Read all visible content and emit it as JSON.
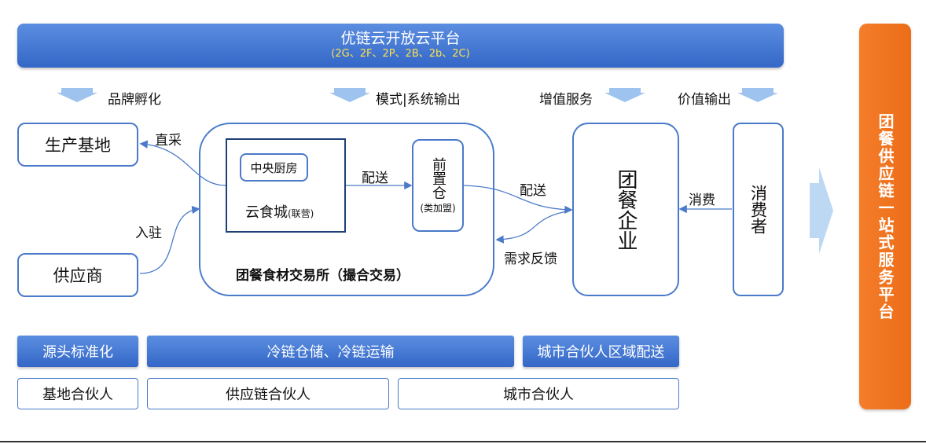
{
  "platform": {
    "title": "优链云开放云平台",
    "subtitle": "(2G、2F、2P、2B、2b、2C)"
  },
  "top_labels": [
    "品牌孵化",
    "模式|系统输出",
    "增值服务",
    "价值输出"
  ],
  "left_nodes": {
    "production_base": "生产基地",
    "supplier": "供应商"
  },
  "edge_labels": {
    "direct_purchase": "直采",
    "settle_in": "入驻",
    "deliver1": "配送",
    "deliver2": "配送",
    "demand_feedback": "需求反馈",
    "consume": "消费"
  },
  "exchange": {
    "central_kitchen": "中央厨房",
    "cloud_food_city": "云食城",
    "cloud_food_city_note": "(联营)",
    "title": "团餐食材交易所（撮合交易）",
    "front_warehouse": "前置仓",
    "front_warehouse_note": "(类加盟)"
  },
  "enterprise": "团餐企业",
  "consumer": "消费者",
  "bottom_blue": [
    "源头标准化",
    "冷链仓储、冷链运输",
    "城市合伙人区域配送"
  ],
  "bottom_white": [
    "基地合伙人",
    "供应链合伙人",
    "城市合伙人"
  ],
  "side_panel": "团餐供应链一站式服务平台",
  "colors": {
    "blue": "#3d70cf",
    "border": "#4a7ac9",
    "orange": "#f07a24",
    "arrow": "#9dc3ee"
  }
}
